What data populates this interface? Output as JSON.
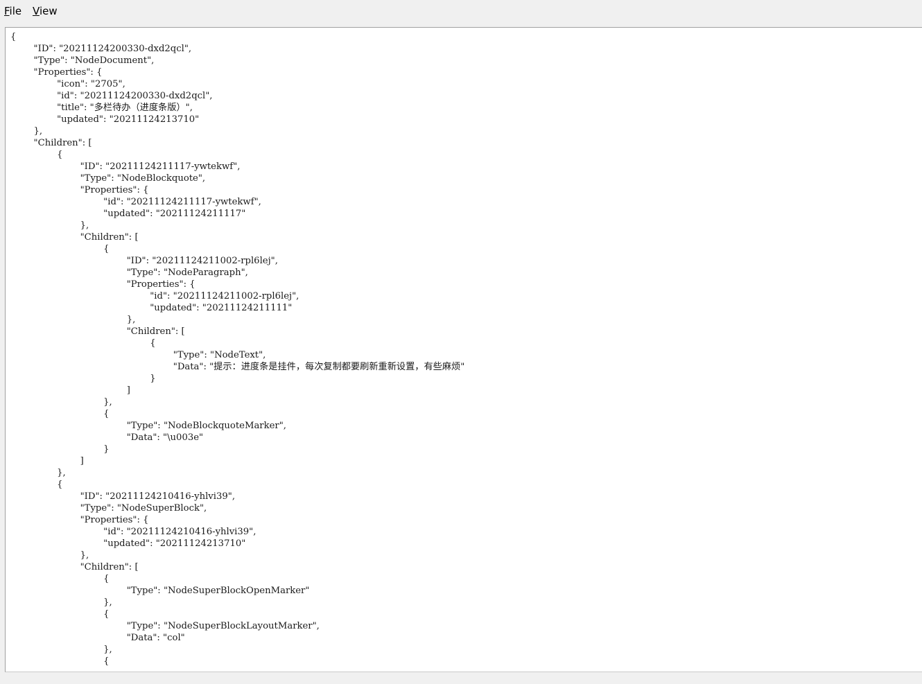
{
  "menu": {
    "file": {
      "mnemonic": "F",
      "rest": "ile"
    },
    "view": {
      "mnemonic": "V",
      "rest": "iew"
    }
  },
  "editor": {
    "content": "{\n\t\"ID\": \"20211124200330-dxd2qcl\",\n\t\"Type\": \"NodeDocument\",\n\t\"Properties\": {\n\t\t\"icon\": \"2705\",\n\t\t\"id\": \"20211124200330-dxd2qcl\",\n\t\t\"title\": \"多栏待办（进度条版）\",\n\t\t\"updated\": \"20211124213710\"\n\t},\n\t\"Children\": [\n\t\t{\n\t\t\t\"ID\": \"20211124211117-ywtekwf\",\n\t\t\t\"Type\": \"NodeBlockquote\",\n\t\t\t\"Properties\": {\n\t\t\t\t\"id\": \"20211124211117-ywtekwf\",\n\t\t\t\t\"updated\": \"20211124211117\"\n\t\t\t},\n\t\t\t\"Children\": [\n\t\t\t\t{\n\t\t\t\t\t\"ID\": \"20211124211002-rpl6lej\",\n\t\t\t\t\t\"Type\": \"NodeParagraph\",\n\t\t\t\t\t\"Properties\": {\n\t\t\t\t\t\t\"id\": \"20211124211002-rpl6lej\",\n\t\t\t\t\t\t\"updated\": \"20211124211111\"\n\t\t\t\t\t},\n\t\t\t\t\t\"Children\": [\n\t\t\t\t\t\t{\n\t\t\t\t\t\t\t\"Type\": \"NodeText\",\n\t\t\t\t\t\t\t\"Data\": \"提示：进度条是挂件，每次复制都要刷新重新设置，有些麻烦\"\n\t\t\t\t\t\t}\n\t\t\t\t\t]\n\t\t\t\t},\n\t\t\t\t{\n\t\t\t\t\t\"Type\": \"NodeBlockquoteMarker\",\n\t\t\t\t\t\"Data\": \"\\u003e\"\n\t\t\t\t}\n\t\t\t]\n\t\t},\n\t\t{\n\t\t\t\"ID\": \"20211124210416-yhlvi39\",\n\t\t\t\"Type\": \"NodeSuperBlock\",\n\t\t\t\"Properties\": {\n\t\t\t\t\"id\": \"20211124210416-yhlvi39\",\n\t\t\t\t\"updated\": \"20211124213710\"\n\t\t\t},\n\t\t\t\"Children\": [\n\t\t\t\t{\n\t\t\t\t\t\"Type\": \"NodeSuperBlockOpenMarker\"\n\t\t\t\t},\n\t\t\t\t{\n\t\t\t\t\t\"Type\": \"NodeSuperBlockLayoutMarker\",\n\t\t\t\t\t\"Data\": \"col\"\n\t\t\t\t},\n\t\t\t\t{"
  }
}
